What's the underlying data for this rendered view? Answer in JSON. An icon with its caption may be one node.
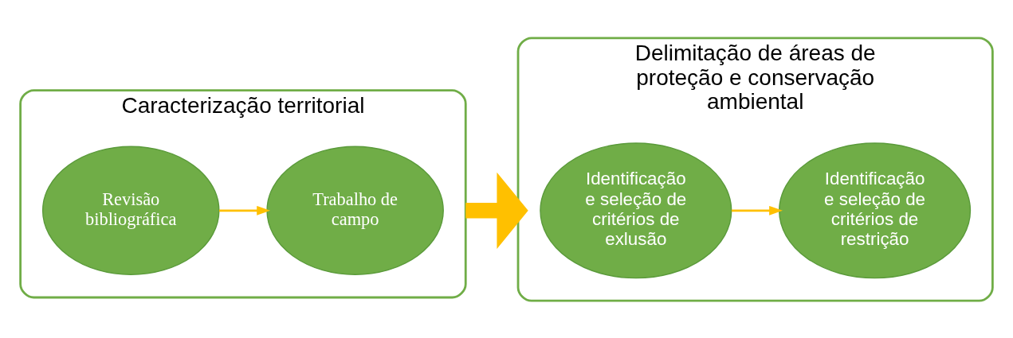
{
  "diagram": {
    "nodes": [
      {
        "text": [
          "Caracterização territorial"
        ]
      },
      {
        "text": [
          "Revisão bibliográfica"
        ],
        "in": 0
      },
      {
        "text": [
          "Trabalho de campo"
        ],
        "in": 0
      },
      {
        "text": [
          "Delimitação de áreas de proteção e conservação ambiental"
        ]
      },
      {
        "text": [
          "Identificação e seleção de critérios de exlusão"
        ],
        "in": 3
      },
      {
        "text": [
          "Identificação e seleção de critérios de restrição"
        ],
        "in": 3
      }
    ],
    "edges": [
      {
        "from": 1,
        "to": 2,
        "arrow": "to"
      },
      {
        "from": 0,
        "to": 3,
        "arrow": "to",
        "style": "thick"
      },
      {
        "from": 4,
        "to": 5,
        "arrow": "to"
      }
    ]
  }
}
